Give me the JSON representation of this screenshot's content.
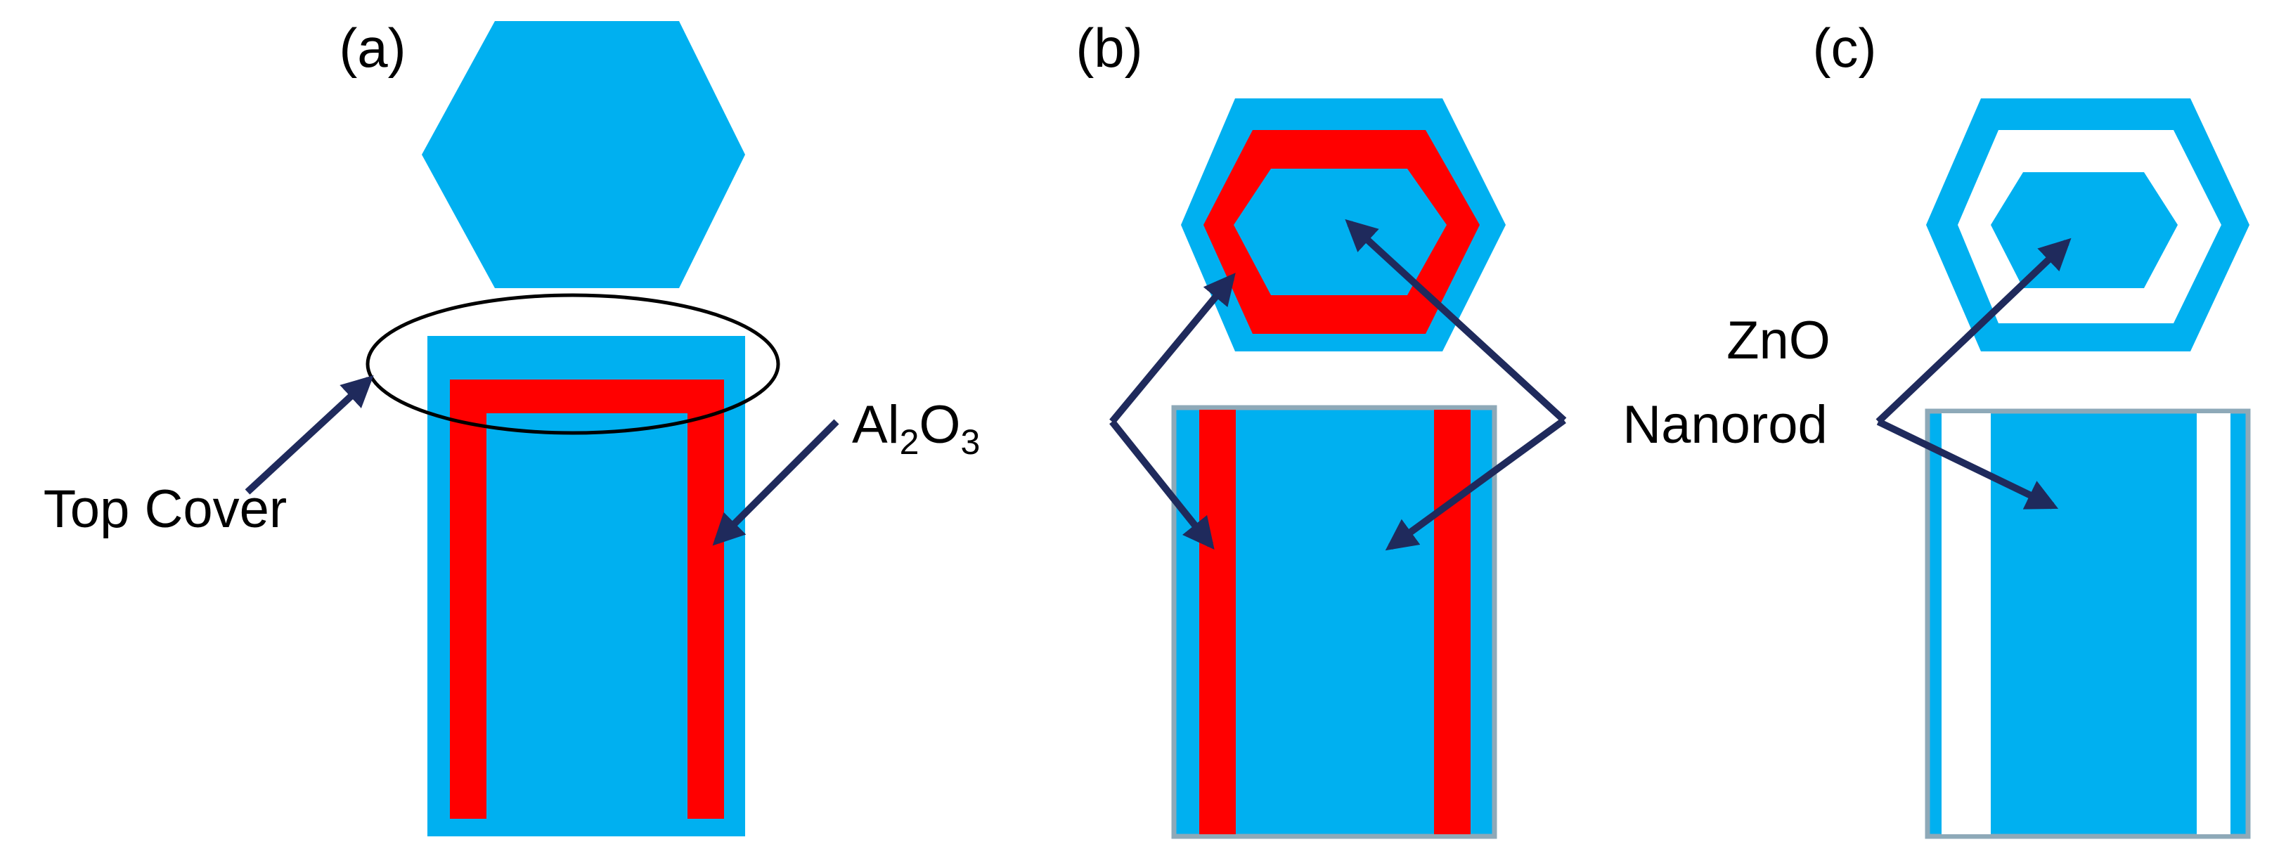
{
  "colors": {
    "zno": "#00B0F0",
    "al2o3": "#FF0000",
    "void": "#FFFFFF",
    "arrow": "#1F2A5C",
    "outline": "#000000",
    "rod_border": "#8EA9B8"
  },
  "panels": [
    {
      "label": "(a)"
    },
    {
      "label": "(b)"
    },
    {
      "label": "(c)"
    }
  ],
  "annotations": {
    "top_cover": "Top Cover",
    "al2o3": {
      "base1": "Al",
      "sub1": "2",
      "base2": "O",
      "sub2": "3"
    },
    "zno_line1": "ZnO",
    "zno_line2": "Nanorod"
  },
  "icons": [
    "arrow-icon"
  ]
}
